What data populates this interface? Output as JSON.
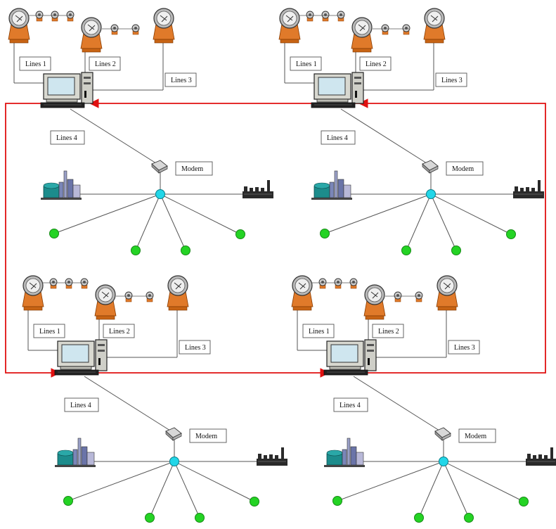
{
  "labels": {
    "line1": "Lines 1",
    "line2": "Lines 2",
    "line3": "Lines 3",
    "line4": "Lines 4",
    "modem": "Modem"
  },
  "colors": {
    "ring": "#e01010",
    "hub": "#22d6e8",
    "endpoint": "#24d324",
    "wire": "#555555",
    "device": "#e07a2a"
  },
  "icons": {
    "station": "network-station",
    "meter_large": "meter-icon",
    "meter_small": "small-meter-icon",
    "computer": "computer-icon",
    "modem": "modem-icon",
    "factory": "factory-icon",
    "plant": "industrial-plant-icon"
  }
}
